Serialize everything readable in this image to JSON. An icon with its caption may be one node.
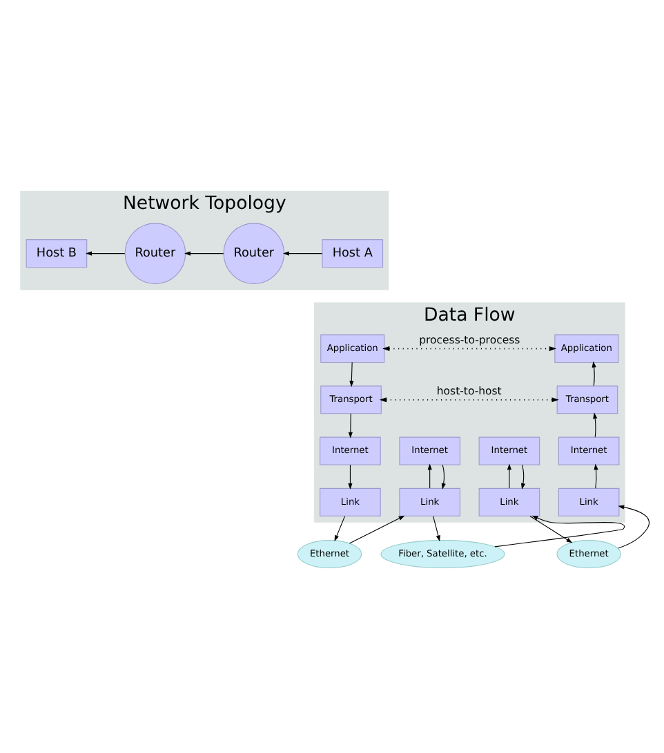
{
  "diagram": {
    "nodes": [
      {
        "text": [
          "Network Topology"
        ]
      },
      {
        "text": [
          "Host A"
        ],
        "in": 0
      },
      {
        "text": [
          "Router"
        ],
        "in": 0
      },
      {
        "text": [
          "Router"
        ],
        "in": 0
      },
      {
        "text": [
          "Host B"
        ],
        "in": 0
      },
      {
        "text": [
          "Data Flow"
        ]
      },
      {
        "text": [
          "Application"
        ],
        "in": 5
      },
      {
        "text": [
          "Transport"
        ],
        "in": 5
      },
      {
        "text": [
          "Internet"
        ],
        "in": 5
      },
      {
        "text": [
          "Link"
        ],
        "in": 5
      },
      {
        "text": [
          "Internet"
        ],
        "in": 5
      },
      {
        "text": [
          "Link"
        ],
        "in": 5
      },
      {
        "text": [
          "Internet"
        ],
        "in": 5
      },
      {
        "text": [
          "Link"
        ],
        "in": 5
      },
      {
        "text": [
          "Application"
        ],
        "in": 5
      },
      {
        "text": [
          "Transport"
        ],
        "in": 5
      },
      {
        "text": [
          "Internet"
        ],
        "in": 5
      },
      {
        "text": [
          "Link"
        ],
        "in": 5
      },
      {
        "text": [
          "Ethernet"
        ]
      },
      {
        "text": [
          "Fiber, Satellite, etc."
        ]
      },
      {
        "text": [
          "Ethernet"
        ]
      }
    ],
    "edges": [
      {
        "from": 1,
        "to": 2,
        "arrow": "to"
      },
      {
        "from": 2,
        "to": 3,
        "arrow": "to"
      },
      {
        "from": 3,
        "to": 4,
        "arrow": "to"
      },
      {
        "from": 6,
        "to": 14,
        "arrow": "both",
        "style": "dashed",
        "label": "process-to-process"
      },
      {
        "from": 7,
        "to": 15,
        "arrow": "both",
        "style": "dashed",
        "label": "host-to-host"
      },
      {
        "from": 6,
        "to": 7,
        "arrow": "to"
      },
      {
        "from": 7,
        "to": 8,
        "arrow": "to"
      },
      {
        "from": 8,
        "to": 9,
        "arrow": "to"
      },
      {
        "from": 9,
        "to": 18,
        "arrow": "to"
      },
      {
        "from": 18,
        "to": 11,
        "arrow": "to"
      },
      {
        "from": 11,
        "to": 10,
        "arrow": "to"
      },
      {
        "from": 10,
        "to": 11,
        "arrow": "to"
      },
      {
        "from": 11,
        "to": 19,
        "arrow": "to"
      },
      {
        "from": 19,
        "to": 13,
        "arrow": "to"
      },
      {
        "from": 13,
        "to": 12,
        "arrow": "to"
      },
      {
        "from": 12,
        "to": 13,
        "arrow": "to"
      },
      {
        "from": 13,
        "to": 20,
        "arrow": "to"
      },
      {
        "from": 20,
        "to": 17,
        "arrow": "to"
      },
      {
        "from": 17,
        "to": 16,
        "arrow": "to"
      },
      {
        "from": 16,
        "to": 15,
        "arrow": "to"
      },
      {
        "from": 15,
        "to": 14,
        "arrow": "to"
      }
    ]
  }
}
